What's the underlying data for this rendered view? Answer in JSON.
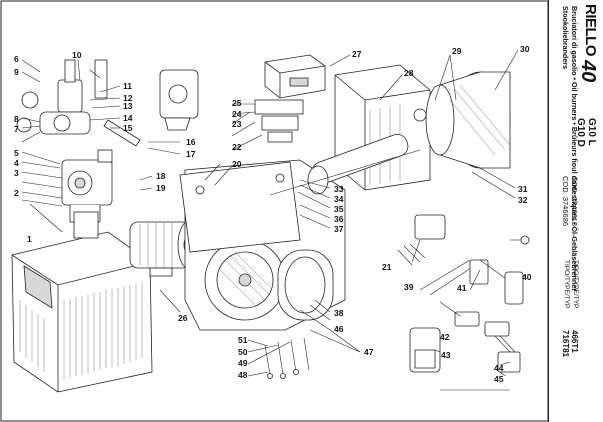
{
  "callouts": [
    "1",
    "2",
    "3",
    "4",
    "5",
    "6",
    "7",
    "8",
    "9",
    "10",
    "11",
    "12",
    "13",
    "14",
    "15",
    "16",
    "17",
    "18",
    "19",
    "20",
    "21",
    "22",
    "23",
    "24",
    "25",
    "26",
    "27",
    "28",
    "29",
    "30",
    "31",
    "32",
    "33",
    "34",
    "35",
    "36",
    "37",
    "38",
    "39",
    "40",
    "41",
    "42",
    "43",
    "44",
    "45",
    "46",
    "47",
    "48",
    "49",
    "50",
    "51"
  ],
  "title_block": {
    "brand": "RIELLO",
    "model_number": "40",
    "description": "Bruciatori di gasolio • Oil burners • Brûleurs fioul domestiques • Öl-Gebläsebrenner",
    "description_2": "Stookoliebranders",
    "model_g10l": "G10 L",
    "model_g10d": "G10 D",
    "code_1": "COD. 3746613",
    "code_2": "COD. 3746686",
    "type_label_1": "TIPO/TYPE/TYP",
    "type_1": "466T1",
    "type_label_2": "TIPO/TYPE/TYP",
    "type_2": "716T81"
  }
}
